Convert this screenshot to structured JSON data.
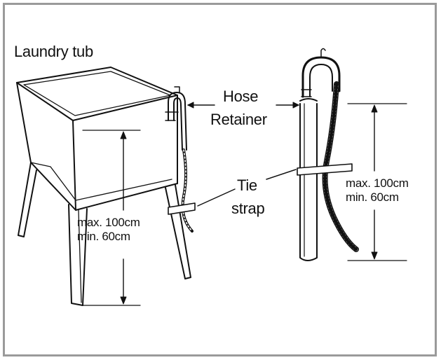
{
  "labels": {
    "laundry_tub": "Laundry tub",
    "hose_retainer_1": "Hose",
    "hose_retainer_2": "Retainer",
    "tie_strap_1": "Tie",
    "tie_strap_2": "strap",
    "left_max": "max. 100cm",
    "left_min": "min. 60cm",
    "right_max": "max. 100cm",
    "right_min": "min. 60cm"
  },
  "colors": {
    "line": "#111111",
    "frame": "#9a9a9a"
  }
}
